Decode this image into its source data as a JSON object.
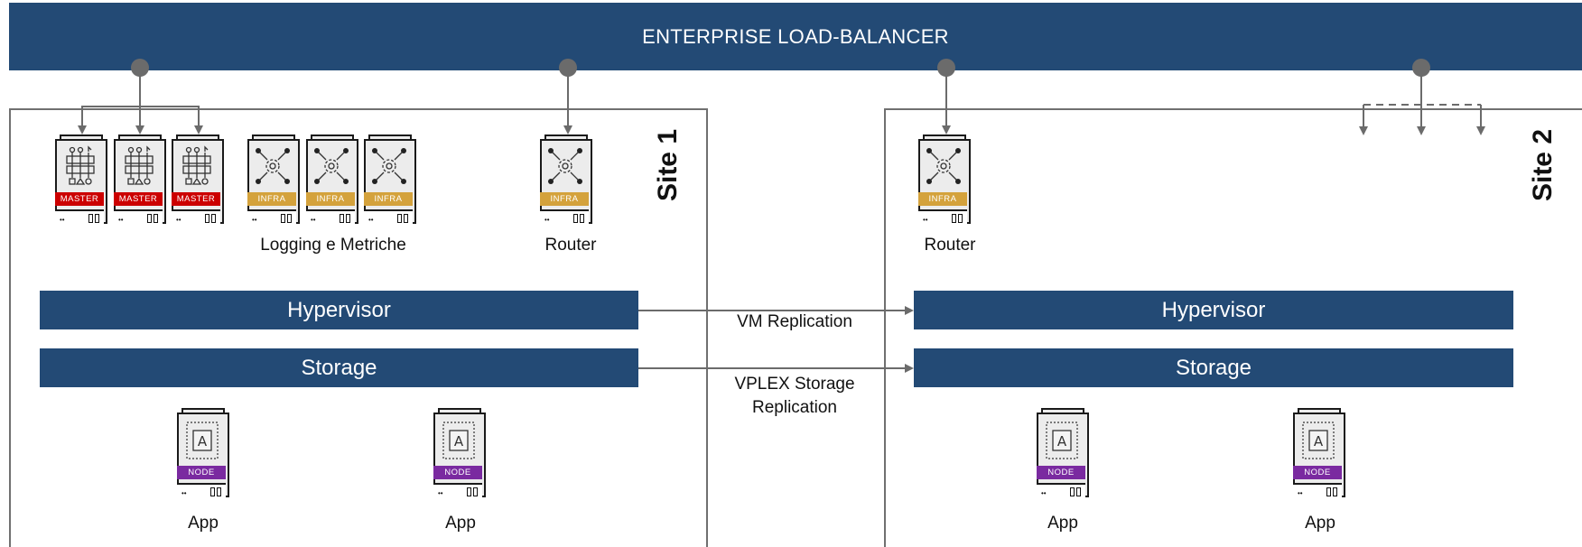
{
  "load_balancer": {
    "label": "ENTERPRISE LOAD-BALANCER"
  },
  "site1": {
    "title": "Site 1",
    "masters": [
      "MASTER",
      "MASTER",
      "MASTER"
    ],
    "infra_nodes": [
      "INFRA",
      "INFRA",
      "INFRA"
    ],
    "infra_group_label": "Logging e Metriche",
    "router": {
      "band": "INFRA",
      "label": "Router"
    },
    "hypervisor": "Hypervisor",
    "storage": "Storage",
    "apps": [
      {
        "band": "NODE",
        "label": "App"
      },
      {
        "band": "NODE",
        "label": "App"
      }
    ]
  },
  "site2": {
    "title": "Site 2",
    "router": {
      "band": "INFRA",
      "label": "Router"
    },
    "hypervisor": "Hypervisor",
    "storage": "Storage",
    "apps": [
      {
        "band": "NODE",
        "label": "App"
      },
      {
        "band": "NODE",
        "label": "App"
      }
    ]
  },
  "replication": {
    "vm": "VM Replication",
    "storage_line1": "VPLEX Storage",
    "storage_line2": "Replication"
  },
  "colors": {
    "navy": "#234a75",
    "master": "#cc0000",
    "infra": "#d4a23c",
    "node": "#7a2aa0",
    "connector": "#6b6b6b"
  },
  "icons": {
    "master": "master-rack-icon",
    "infra": "gear-network-icon",
    "node": "app-a-icon"
  }
}
